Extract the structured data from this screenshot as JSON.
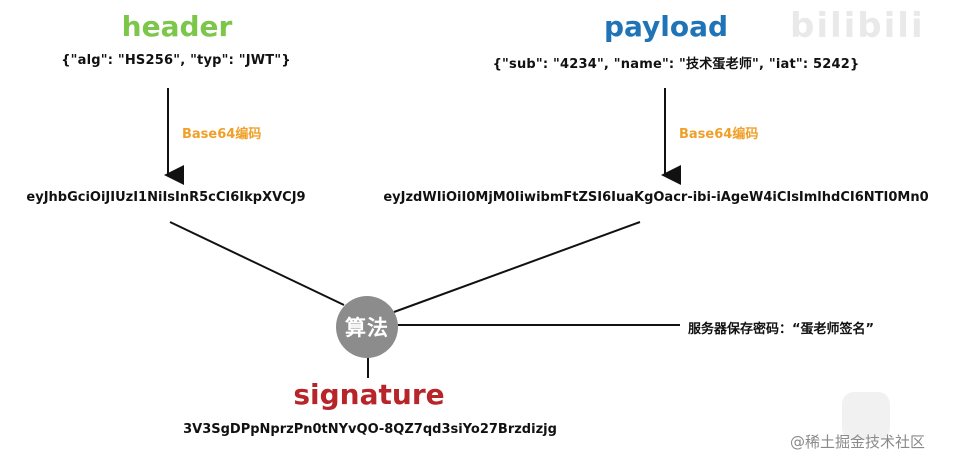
{
  "diagram": {
    "header": {
      "title": "header",
      "json": "{\"alg\": \"HS256\", \"typ\": \"JWT\"}",
      "encode_label": "Base64编码",
      "encoded": "eyJhbGciOiJIUzI1NiIsInR5cCI6IkpXVCJ9"
    },
    "payload": {
      "title": "payload",
      "json": "{\"sub\": \"4234\", \"name\": \"技术蛋老师\", \"iat\": 5242}",
      "encode_label": "Base64编码",
      "encoded": "eyJzdWIiOiI0MjM0IiwibmFtZSI6IuaKgOacr-ibi-iAgeW4iCIsImlhdCI6NTI0Mn0"
    },
    "algorithm": {
      "label": "算法"
    },
    "secret": {
      "label": "服务器保存密码：“蛋老师签名”"
    },
    "signature": {
      "title": "signature",
      "value": "3V3SgDPpNprzPn0tNYvQO-8QZ7qd3siYo27Brzdizjg"
    },
    "watermarks": {
      "top": "bilibili",
      "bottom": "@稀土掘金技术社区"
    },
    "colors": {
      "header": "#7cc64a",
      "payload": "#1f73b7",
      "signature": "#b7242a",
      "encode_label": "#f0a028",
      "algorithm_circle": "#8c8c8c"
    }
  }
}
